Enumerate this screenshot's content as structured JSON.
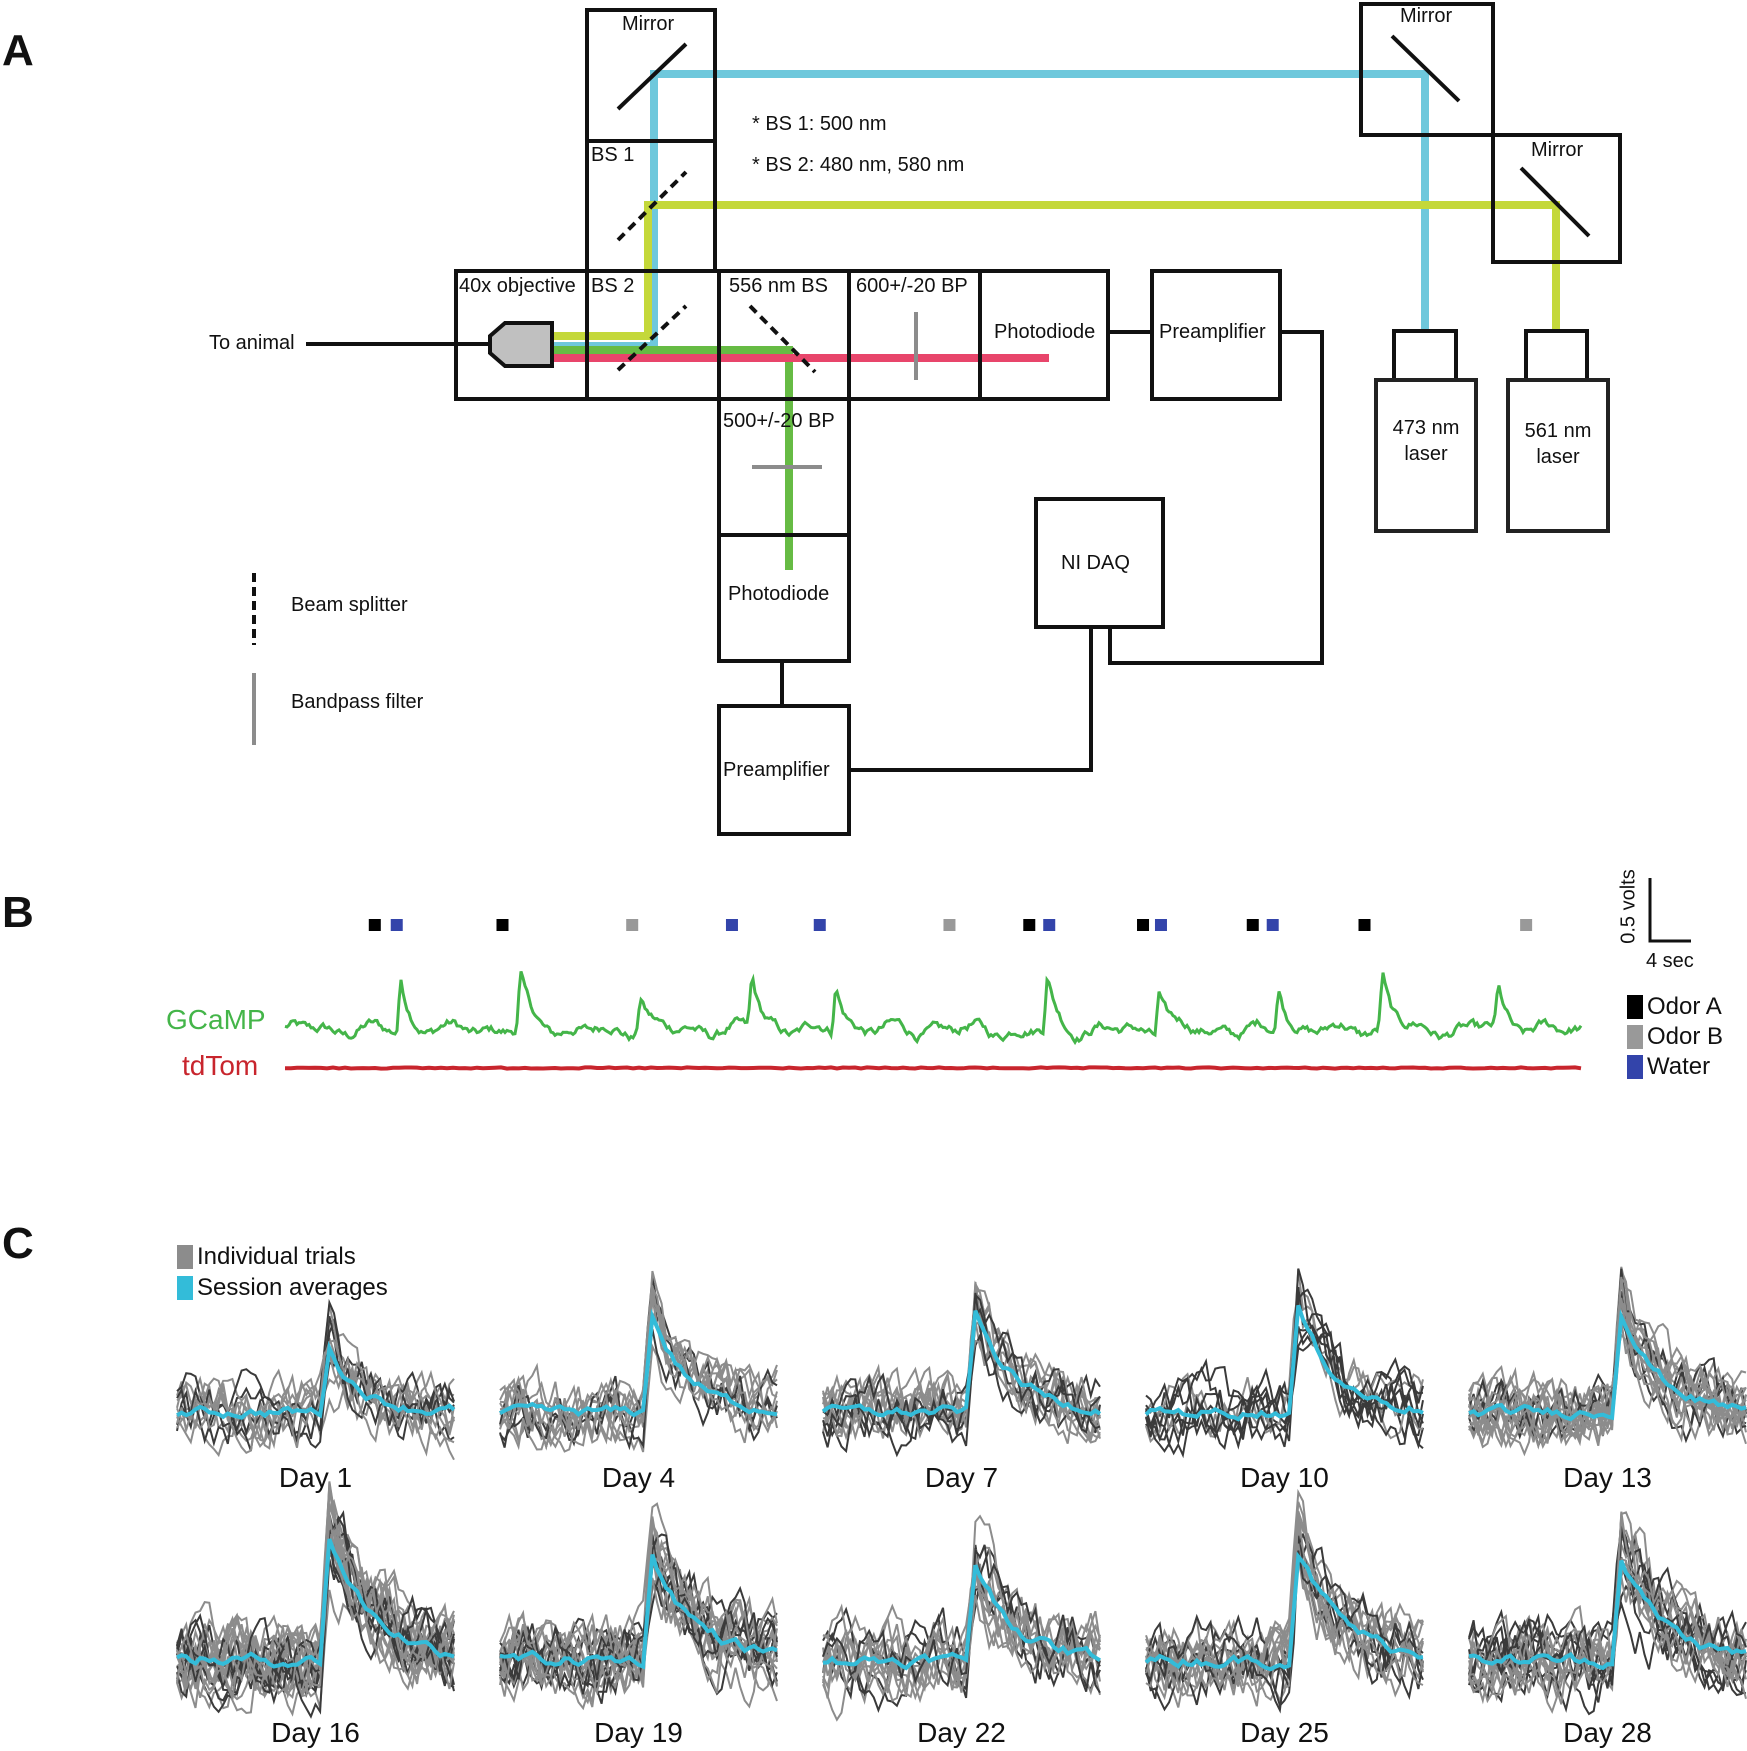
{
  "panels": {
    "a": {
      "letter": "A",
      "components": {
        "mirror_top": "Mirror",
        "bs1": "BS 1",
        "bs2": "BS 2",
        "objective": "40x objective",
        "bs556": "556 nm BS",
        "bp600": "600+/-20 BP",
        "photodiode_red": "Photodiode",
        "preamp_red": "Preamplifier",
        "mirror_right1": "Mirror",
        "mirror_right2": "Mirror",
        "laser473": "473 nm laser",
        "laser473_line1": "473 nm",
        "laser473_line2": "laser",
        "laser561_line1": "561 nm",
        "laser561_line2": "laser",
        "bp500": "500+/-20 BP",
        "photodiode_green": "Photodiode",
        "preamp_green": "Preamplifier",
        "daq": "NI DAQ",
        "to_animal": "To animal"
      },
      "notes": [
        "* BS 1: 500 nm",
        "* BS 2: 480 nm, 580 nm"
      ],
      "legend": {
        "beam_splitter": "Beam splitter",
        "bandpass_filter": "Bandpass filter"
      },
      "colors": {
        "beam_473": "#6ec8dc",
        "beam_561": "#c4d83a",
        "beam_green": "#66bb44",
        "beam_red": "#e8456b",
        "filter": "#8c8c8c",
        "objective_fill": "#c0c0c0"
      }
    },
    "b": {
      "letter": "B",
      "trace_labels": {
        "gcamp": "GCaMP",
        "tdtom": "tdTom"
      },
      "scale_bar": {
        "y_label": "0.5 volts",
        "x_label": "4 sec"
      },
      "legend": [
        {
          "label": "Odor A",
          "color": "#000000"
        },
        {
          "label": "Odor B",
          "color": "#999999"
        },
        {
          "label": "Water",
          "color": "#3344aa"
        }
      ],
      "colors": {
        "gcamp": "#44b549",
        "tdtom": "#c8252d",
        "gcamp_label": "#44b549",
        "tdtom_label": "#c8252d"
      },
      "events": [
        {
          "t": 4.5,
          "type": "Odor A"
        },
        {
          "t": 5.6,
          "type": "Water"
        },
        {
          "t": 10.9,
          "type": "Odor A"
        },
        {
          "t": 17.4,
          "type": "Odor B"
        },
        {
          "t": 22.4,
          "type": "Water"
        },
        {
          "t": 26.8,
          "type": "Water"
        },
        {
          "t": 33.3,
          "type": "Odor B"
        },
        {
          "t": 37.3,
          "type": "Odor A"
        },
        {
          "t": 38.3,
          "type": "Water"
        },
        {
          "t": 43.0,
          "type": "Odor A"
        },
        {
          "t": 43.9,
          "type": "Water"
        },
        {
          "t": 48.5,
          "type": "Odor A"
        },
        {
          "t": 49.5,
          "type": "Water"
        },
        {
          "t": 54.1,
          "type": "Odor A"
        },
        {
          "t": 62.2,
          "type": "Odor B"
        }
      ],
      "gcamp_peaks": [
        {
          "t": 5.8,
          "amp": 0.68
        },
        {
          "t": 11.8,
          "amp": 0.72
        },
        {
          "t": 17.8,
          "amp": 0.5
        },
        {
          "t": 23.4,
          "amp": 0.68
        },
        {
          "t": 27.6,
          "amp": 0.64
        },
        {
          "t": 38.2,
          "amp": 0.7
        },
        {
          "t": 43.8,
          "amp": 0.54
        },
        {
          "t": 49.8,
          "amp": 0.6
        },
        {
          "t": 55.0,
          "amp": 0.74
        },
        {
          "t": 60.8,
          "amp": 0.5
        }
      ],
      "duration_sec": 65
    },
    "c": {
      "letter": "C",
      "legend": [
        {
          "label": "Individual trials",
          "color": "#8c8c8c"
        },
        {
          "label": "Session averages",
          "color": "#33bcd9"
        }
      ],
      "days": [
        {
          "label": "Day 1",
          "peak": 0.55,
          "trials": 12,
          "decay": 0.35
        },
        {
          "label": "Day 4",
          "peak": 0.85,
          "trials": 12,
          "decay": 0.45
        },
        {
          "label": "Day 7",
          "peak": 0.85,
          "trials": 14,
          "decay": 0.55
        },
        {
          "label": "Day 10",
          "peak": 0.9,
          "trials": 10,
          "decay": 0.5
        },
        {
          "label": "Day 13",
          "peak": 0.9,
          "trials": 18,
          "decay": 0.5
        },
        {
          "label": "Day 16",
          "peak": 0.95,
          "trials": 24,
          "decay": 0.7
        },
        {
          "label": "Day 19",
          "peak": 0.8,
          "trials": 20,
          "decay": 0.7
        },
        {
          "label": "Day 22",
          "peak": 0.75,
          "trials": 14,
          "decay": 0.55
        },
        {
          "label": "Day 25",
          "peak": 0.85,
          "trials": 16,
          "decay": 0.7
        },
        {
          "label": "Day 28",
          "peak": 0.8,
          "trials": 18,
          "decay": 0.65
        }
      ]
    }
  }
}
